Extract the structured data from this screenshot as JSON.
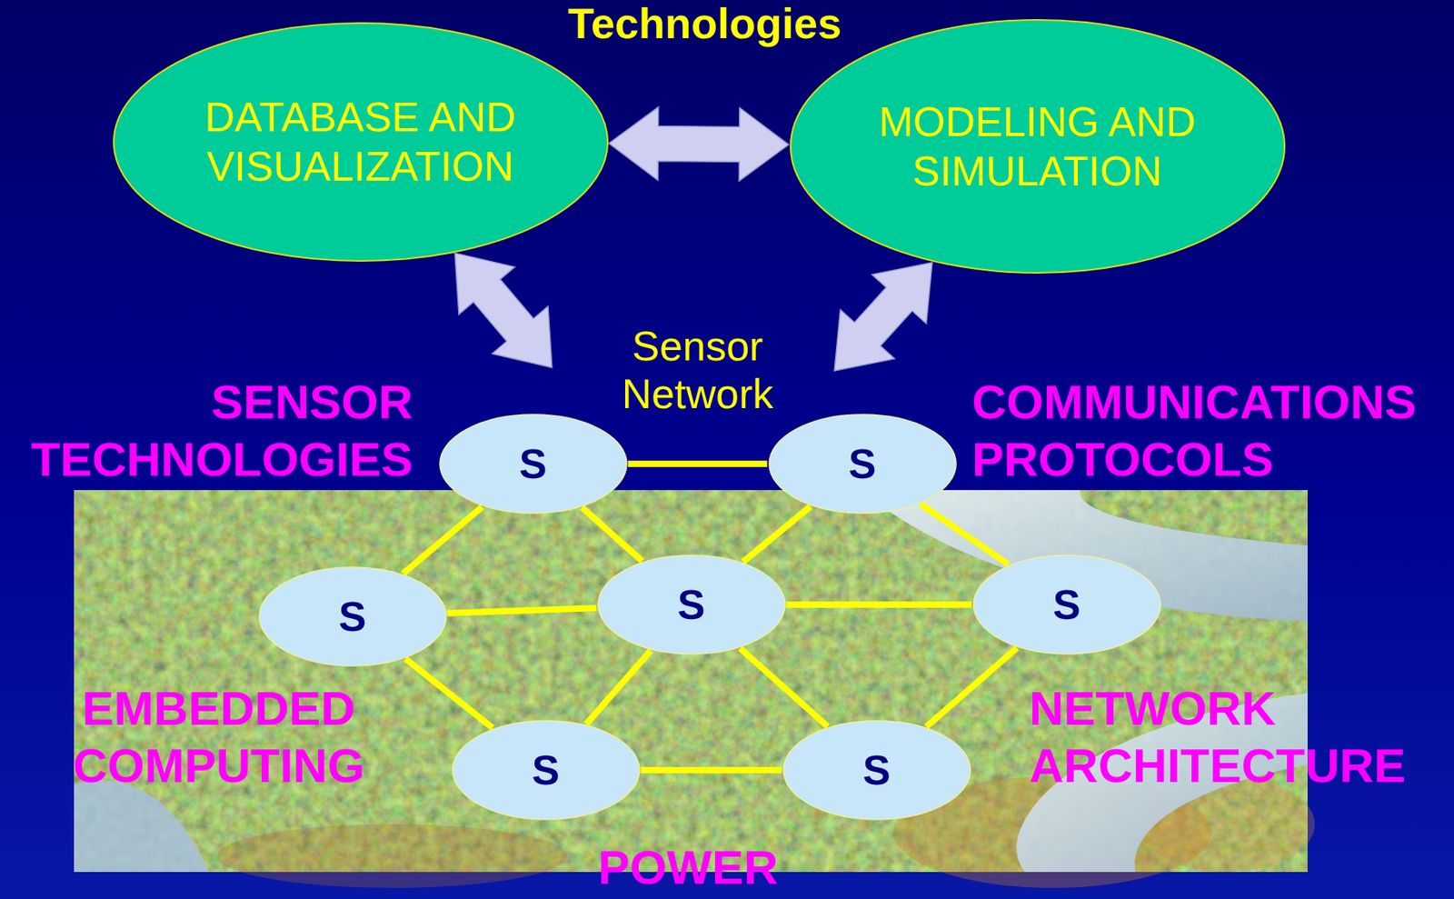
{
  "diagram": {
    "title": "Technologies",
    "nodes": [
      {
        "text": [
          "DATABASE AND VISUALIZATION"
        ]
      },
      {
        "text": [
          "MODELING AND SIMULATION"
        ]
      },
      {
        "text": [
          "Sensor Network"
        ]
      },
      {
        "text": [
          "S"
        ],
        "in": 2
      },
      {
        "text": [
          "S"
        ],
        "in": 2
      },
      {
        "text": [
          "S"
        ],
        "in": 2
      },
      {
        "text": [
          "S"
        ],
        "in": 2
      },
      {
        "text": [
          "S"
        ],
        "in": 2
      },
      {
        "text": [
          "S"
        ],
        "in": 2
      },
      {
        "text": [
          "S"
        ],
        "in": 2
      }
    ],
    "edges": [
      {
        "from": 0,
        "to": 1,
        "arrow": "both"
      },
      {
        "from": 0,
        "to": 2,
        "arrow": "both"
      },
      {
        "from": 1,
        "to": 2,
        "arrow": "both"
      },
      {
        "from": 3,
        "to": 4,
        "arrow": "none"
      },
      {
        "from": 3,
        "to": 5,
        "arrow": "none"
      },
      {
        "from": 3,
        "to": 6,
        "arrow": "none"
      },
      {
        "from": 4,
        "to": 6,
        "arrow": "none"
      },
      {
        "from": 4,
        "to": 7,
        "arrow": "none"
      },
      {
        "from": 5,
        "to": 6,
        "arrow": "none"
      },
      {
        "from": 6,
        "to": 7,
        "arrow": "none"
      },
      {
        "from": 5,
        "to": 8,
        "arrow": "none"
      },
      {
        "from": 6,
        "to": 8,
        "arrow": "none"
      },
      {
        "from": 6,
        "to": 9,
        "arrow": "none"
      },
      {
        "from": 8,
        "to": 9,
        "arrow": "none"
      },
      {
        "from": 7,
        "to": 9,
        "arrow": "none"
      }
    ],
    "labels": [
      "SENSOR TECHNOLOGIES",
      "COMMUNICATIONS PROTOCOLS",
      "EMBEDDED COMPUTING",
      "NETWORK ARCHITECTURE",
      "POWER"
    ]
  }
}
